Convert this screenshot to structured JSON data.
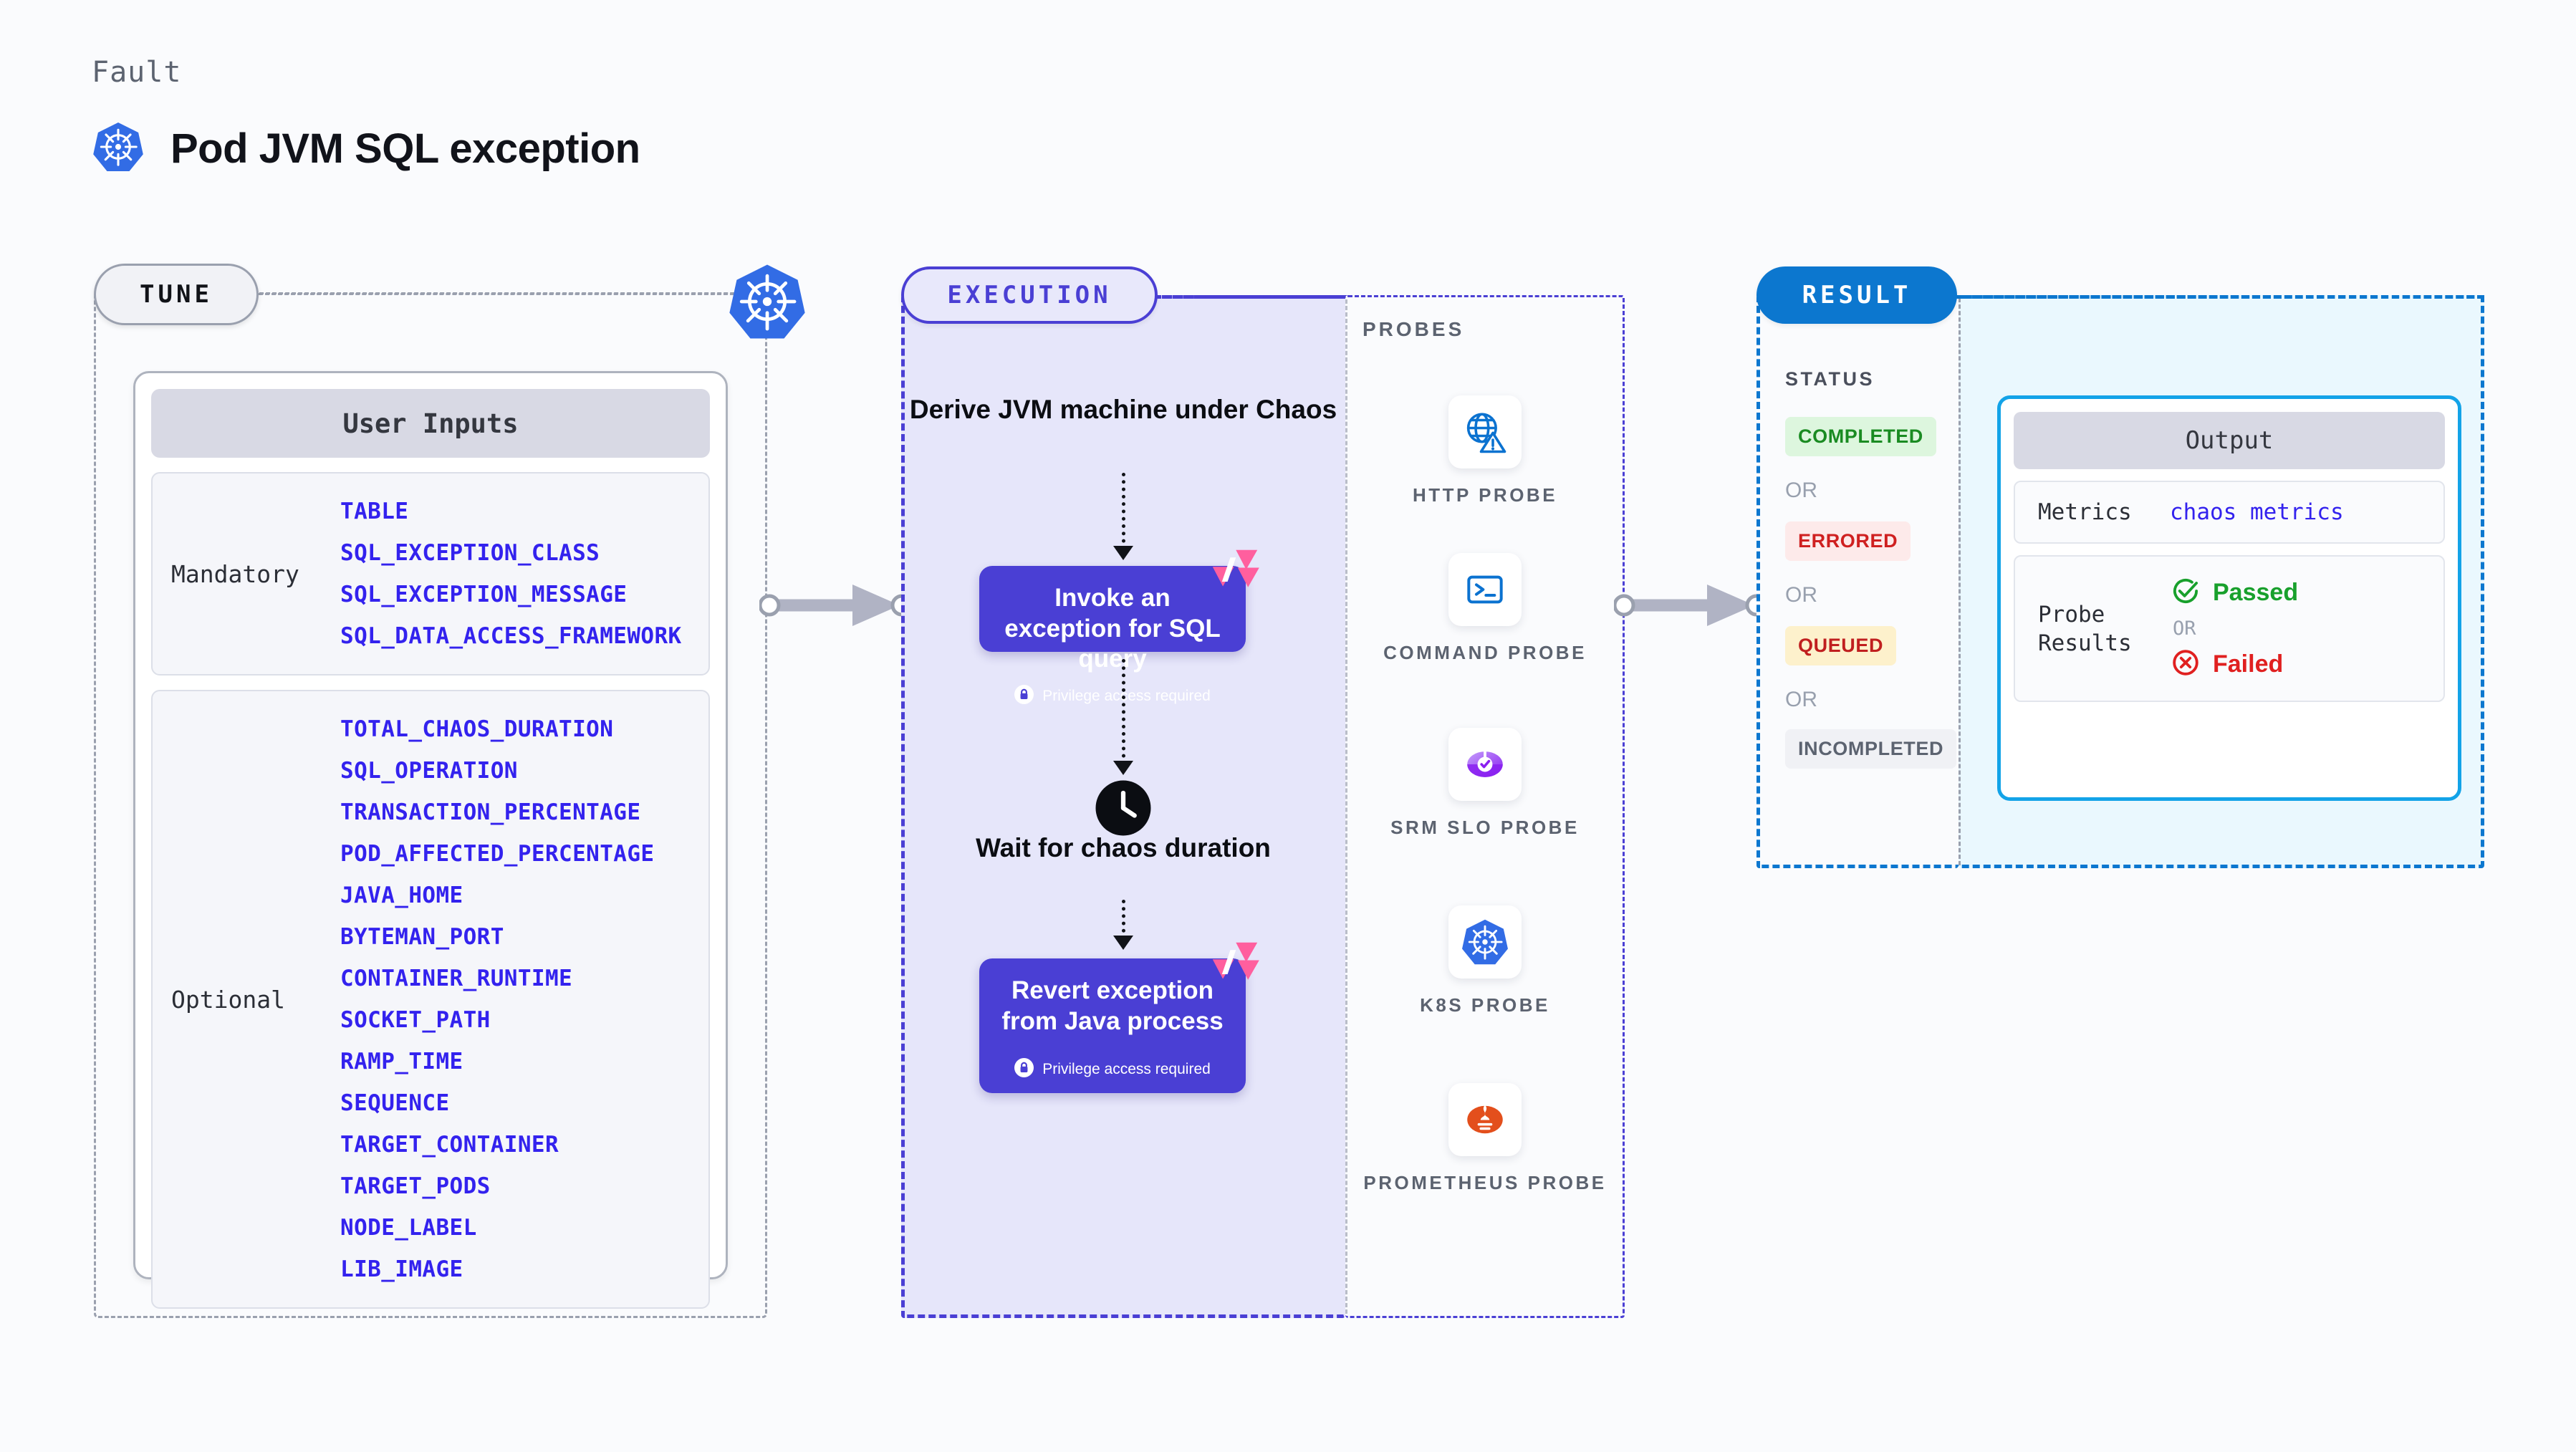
{
  "header": {
    "kicker": "Fault",
    "title": "Pod JVM SQL exception",
    "icon": "kubernetes-icon"
  },
  "tune": {
    "label": "TUNE",
    "card_title": "User Inputs",
    "groups": [
      {
        "name": "Mandatory",
        "params": [
          "TABLE",
          "SQL_EXCEPTION_CLASS",
          "SQL_EXCEPTION_MESSAGE",
          "SQL_DATA_ACCESS_FRAMEWORK"
        ]
      },
      {
        "name": "Optional",
        "params": [
          "TOTAL_CHAOS_DURATION",
          "SQL_OPERATION",
          "TRANSACTION_PERCENTAGE",
          "POD_AFFECTED_PERCENTAGE",
          "JAVA_HOME",
          "BYTEMAN_PORT",
          "CONTAINER_RUNTIME",
          "SOCKET_PATH",
          "RAMP_TIME",
          "SEQUENCE",
          "TARGET_CONTAINER",
          "TARGET_PODS",
          "NODE_LABEL",
          "LIB_IMAGE"
        ]
      }
    ]
  },
  "execution": {
    "label": "EXECUTION",
    "step_derive": "Derive JVM machine under Chaos",
    "box_invoke": {
      "title": "Invoke an exception for SQL query",
      "badge": "Privilege access required",
      "badge_icon": "lock-icon",
      "corner_icon": "harness-logo-icon"
    },
    "step_wait": "Wait for chaos duration",
    "wait_icon": "clock-icon",
    "box_revert": {
      "title": "Revert exception from Java process",
      "badge": "Privilege access required",
      "badge_icon": "lock-icon",
      "corner_icon": "harness-logo-icon"
    }
  },
  "probes": {
    "title": "PROBES",
    "items": [
      {
        "name": "HTTP PROBE",
        "icon": "globe-warning-icon"
      },
      {
        "name": "COMMAND PROBE",
        "icon": "terminal-icon"
      },
      {
        "name": "SRM SLO PROBE",
        "icon": "srm-slo-icon"
      },
      {
        "name": "K8S PROBE",
        "icon": "kubernetes-icon"
      },
      {
        "name": "PROMETHEUS PROBE",
        "icon": "prometheus-icon"
      }
    ]
  },
  "result": {
    "label": "RESULT",
    "status_title": "STATUS",
    "or_label": "OR",
    "statuses": [
      {
        "label": "COMPLETED",
        "bg": "#ddf6de",
        "fg": "#1a8b22"
      },
      {
        "label": "ERRORED",
        "bg": "#fdeaea",
        "fg": "#cf2020"
      },
      {
        "label": "QUEUED",
        "bg": "#fdf1cc",
        "fg": "#c01f1f"
      },
      {
        "label": "INCOMPLETED",
        "bg": "#f0f1f5",
        "fg": "#5c6370"
      }
    ],
    "output": {
      "header": "Output",
      "metrics_label": "Metrics",
      "metrics_value": "chaos metrics",
      "probe_results_label": "Probe Results",
      "passed_label": "Passed",
      "failed_label": "Failed",
      "or_label": "OR",
      "passed_icon": "check-circle-icon",
      "failed_icon": "x-circle-icon"
    }
  },
  "colors": {
    "brand_purple": "#4a3fd4",
    "brand_blue": "#0c77cf",
    "k8s_blue": "#326ce5",
    "harness_pink": "#ff5f9e",
    "param_blue": "#3322ee",
    "cyan_border": "#13a3e8"
  }
}
